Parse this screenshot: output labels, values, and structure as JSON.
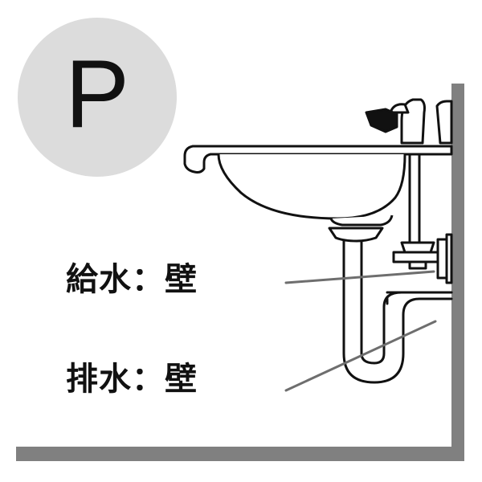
{
  "badge": {
    "letter": "P"
  },
  "labels": {
    "supply": "給水：壁",
    "drain": "排水：壁"
  },
  "colors": {
    "badge_bg": "#dcdcdc",
    "wall": "#808080",
    "pointer": "#6e6e6e",
    "outline": "#111111"
  }
}
